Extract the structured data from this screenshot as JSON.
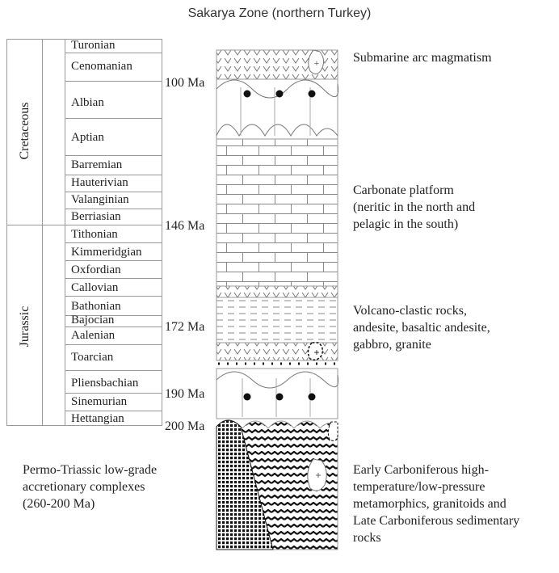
{
  "title": "Sakarya Zone (northern Turkey)",
  "periods": {
    "cretaceous": "Cretaceous",
    "jurassic": "Jurassic"
  },
  "stages": [
    "Turonian",
    "Cenomanian",
    "Albian",
    "Aptian",
    "Barremian",
    "Hauterivian",
    "Valanginian",
    "Berriasian",
    "Tithonian",
    "Kimmeridgian",
    "Oxfordian",
    "Callovian",
    "Bathonian",
    "Bajocian",
    "Aalenian",
    "Toarcian",
    "Pliensbachian",
    "Sinemurian",
    "Hettangian"
  ],
  "ages": [
    "100 Ma",
    "146 Ma",
    "172 Ma",
    "190 Ma",
    "200 Ma"
  ],
  "descriptions": {
    "submarine": "Submarine arc magmatism",
    "carbonate": [
      "Carbonate platform",
      "(neritic in the north and",
      "pelagic in the south)"
    ],
    "volcano": [
      "Volcano-clastic rocks,",
      "andesite, basaltic andesite,",
      "gabbro, granite"
    ],
    "permo": [
      "Permo-Triassic low-grade",
      "accretionary complexes",
      "(260-200 Ma)"
    ],
    "carboniferous": [
      "Early Carboniferous high-",
      "temperature/low-pressure",
      "metamorphics, granitoids and",
      "Late Carboniferous sedimentary",
      "rocks"
    ]
  }
}
